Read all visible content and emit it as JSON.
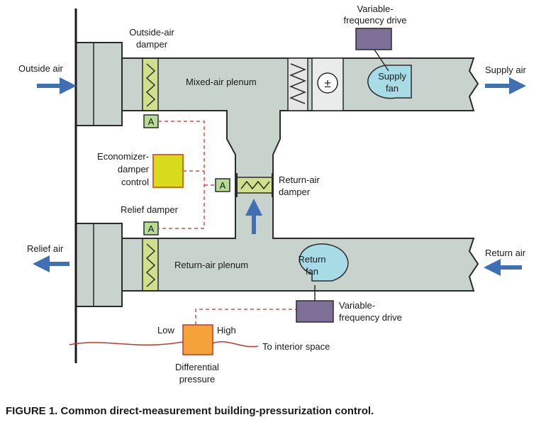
{
  "labels": {
    "outside_air": "Outside air",
    "outside_air_damper_1": "Outside-air",
    "outside_air_damper_2": "damper",
    "mixed_air_plenum": "Mixed-air plenum",
    "vfd_top_1": "Variable-",
    "vfd_top_2": "frequency drive",
    "supply_fan_1": "Supply",
    "supply_fan_2": "fan",
    "supply_air": "Supply air",
    "econ_1": "Economizer-",
    "econ_2": "damper",
    "econ_3": "control",
    "return_air_damper_1": "Return-air",
    "return_air_damper_2": "damper",
    "relief_damper": "Relief damper",
    "relief_air": "Relief air",
    "return_air_plenum": "Return-air plenum",
    "return_fan_1": "Return",
    "return_fan_2": "fan",
    "return_air": "Return air",
    "vfd_bottom_1": "Variable-",
    "vfd_bottom_2": "frequency drive",
    "low": "Low",
    "high": "High",
    "to_interior": "To interior space",
    "diff_pressure_1": "Differential",
    "diff_pressure_2": "pressure",
    "actuator": "A",
    "filter_symbol": "±"
  },
  "caption": "FIGURE 1. Common direct-measurement building-pressurization control.",
  "colors": {
    "duct_fill": "#c9d3cd",
    "arrow_blue": "#3f6fb5",
    "fan_fill": "#a7dbe6",
    "vfd_fill": "#7e6f99",
    "econ_fill": "#d6dc1c",
    "econ_stroke": "#e4631f",
    "dp_fill": "#f6a23a",
    "actuator_fill": "#b7dc95",
    "damper_fill": "#cfe08d",
    "control_line": "#d94b4b",
    "wall_line": "#c0392b"
  }
}
